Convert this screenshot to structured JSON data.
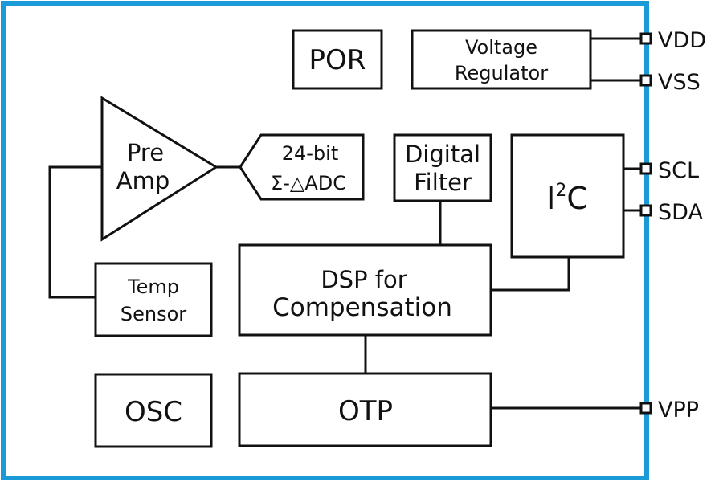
{
  "blocks": {
    "por": "POR",
    "voltage_regulator": [
      "Voltage",
      "Regulator"
    ],
    "preamp": [
      "Pre",
      "Amp"
    ],
    "adc": [
      "24-bit",
      "Σ-△ADC"
    ],
    "digital_filter": [
      "Digital",
      "Filter"
    ],
    "i2c": {
      "base": "I",
      "sup": "2",
      "tail": "C"
    },
    "temp_sensor": [
      "Temp",
      "Sensor"
    ],
    "dsp": [
      "DSP for",
      "Compensation"
    ],
    "osc": "OSC",
    "otp": "OTP"
  },
  "pins": {
    "vdd": "VDD",
    "vss": "VSS",
    "scl": "SCL",
    "sda": "SDA",
    "vpp": "VPP"
  },
  "colors": {
    "frame": "#1a9ad6",
    "stroke": "#111111",
    "background": "#ffffff"
  }
}
